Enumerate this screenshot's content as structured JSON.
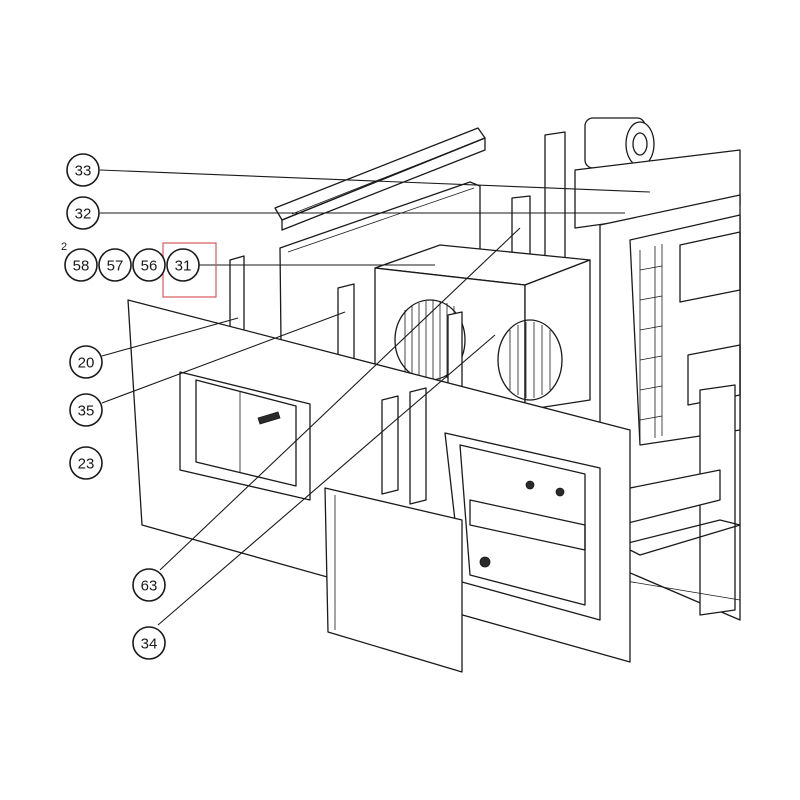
{
  "diagram": {
    "stray_mark": "2",
    "callouts": [
      {
        "id": "c33",
        "label": "33"
      },
      {
        "id": "c32",
        "label": "32"
      },
      {
        "id": "c58",
        "label": "58"
      },
      {
        "id": "c57",
        "label": "57"
      },
      {
        "id": "c56",
        "label": "56"
      },
      {
        "id": "c31",
        "label": "31",
        "highlighted": true
      },
      {
        "id": "c20",
        "label": "20"
      },
      {
        "id": "c35",
        "label": "35"
      },
      {
        "id": "c23",
        "label": "23"
      },
      {
        "id": "c63",
        "label": "63"
      },
      {
        "id": "c34",
        "label": "34"
      }
    ],
    "colors": {
      "line": "#1a1a1a",
      "highlight": "#d45a5a",
      "background": "#ffffff"
    }
  }
}
